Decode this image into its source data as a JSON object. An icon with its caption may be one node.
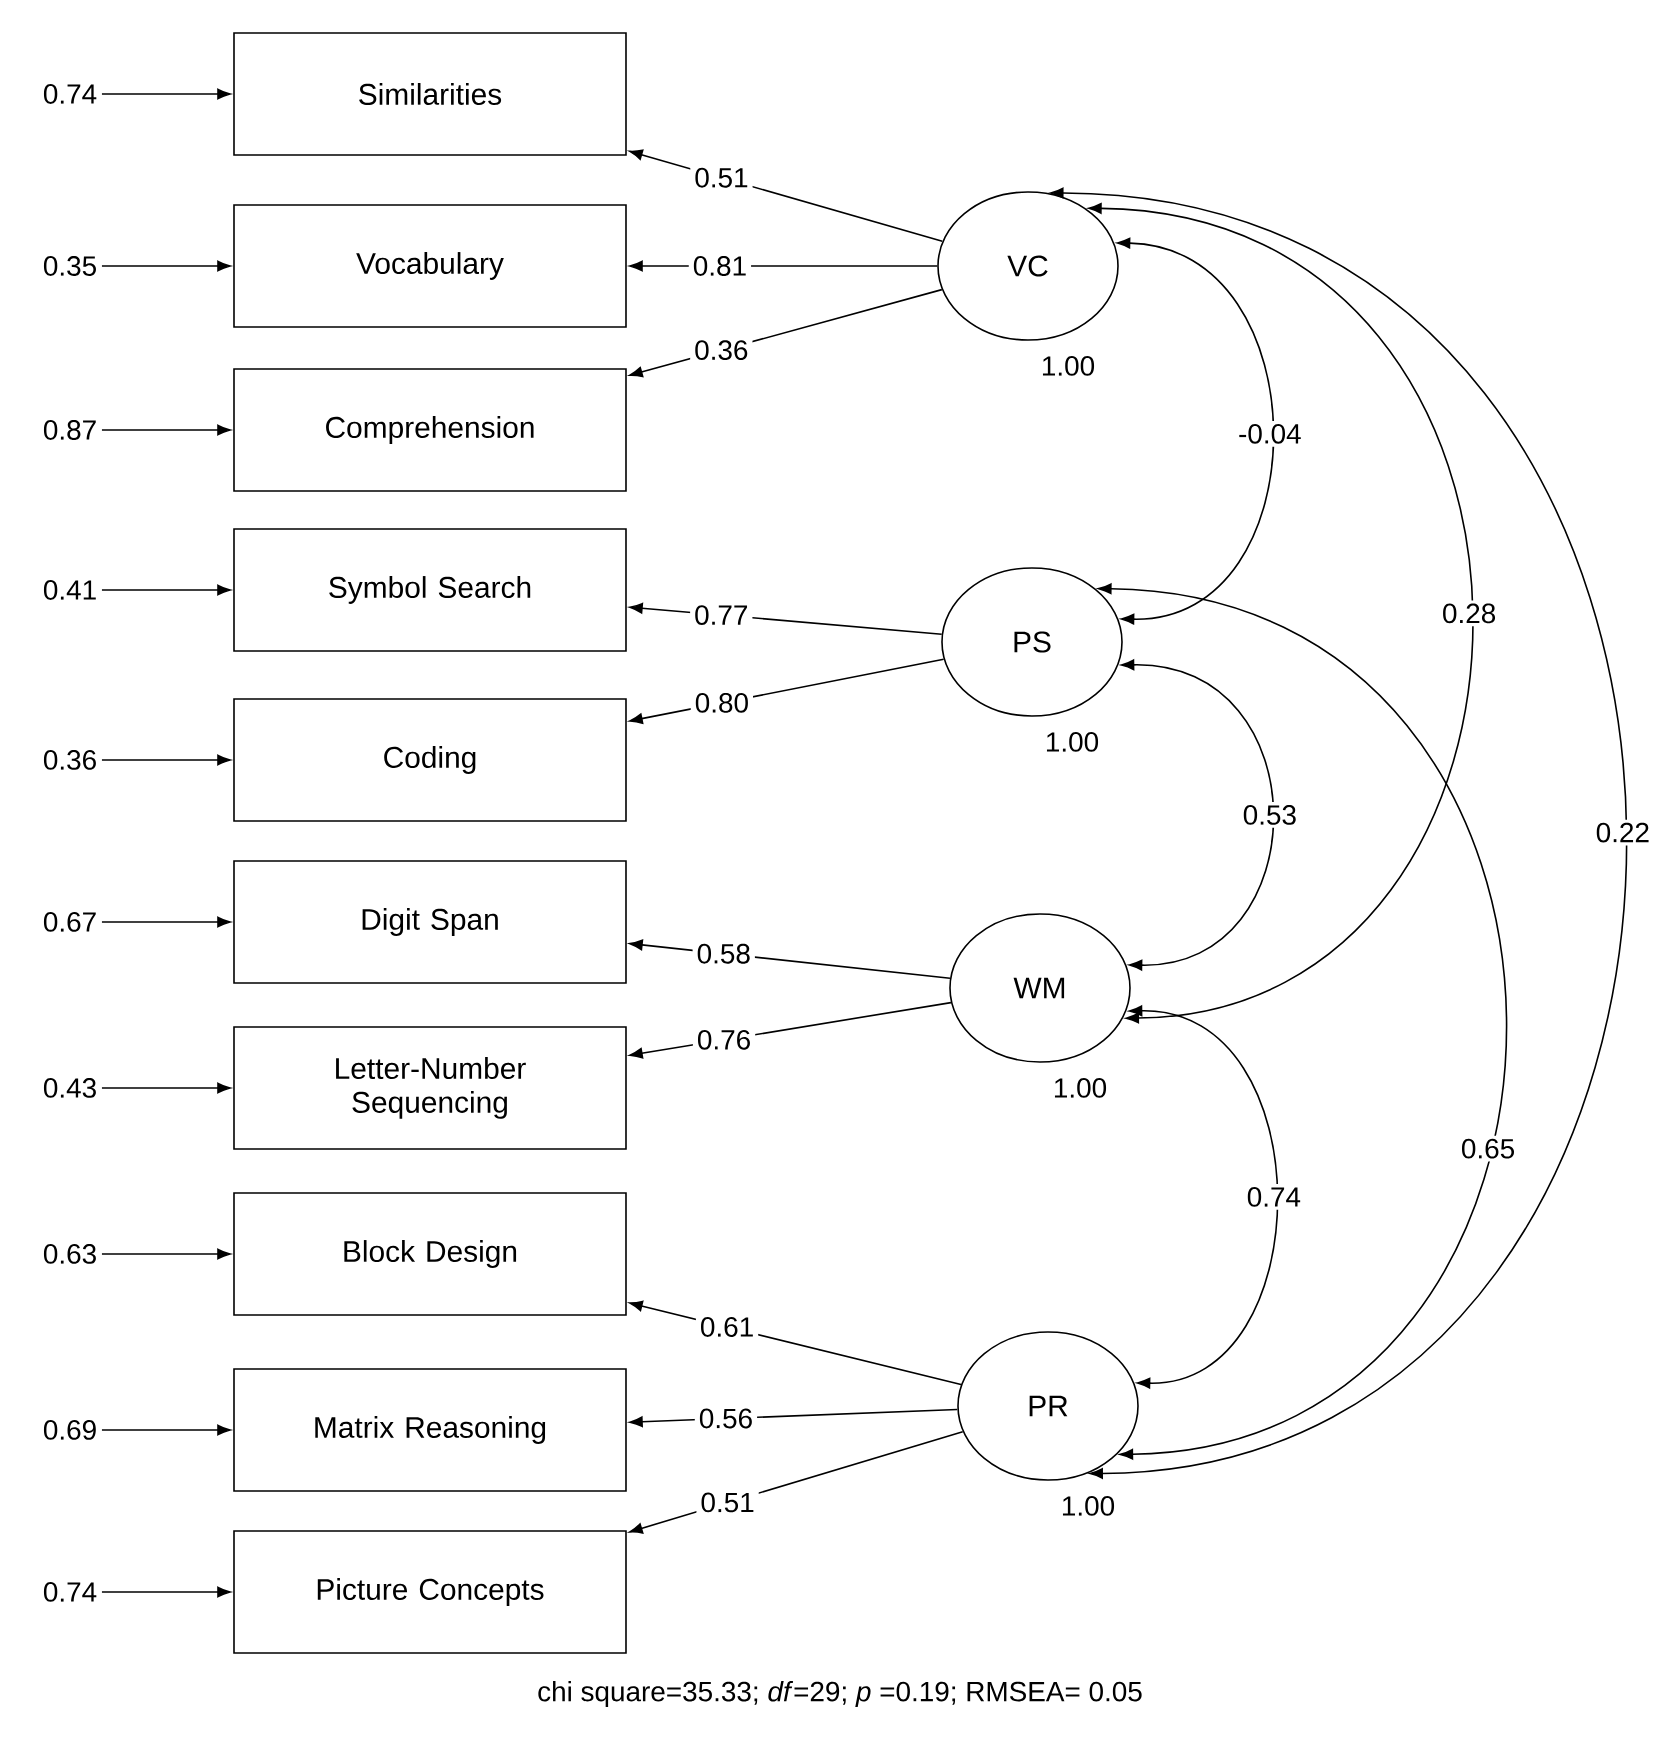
{
  "diagram": {
    "caption": "chi square=35.33; *df*=29; *p* =0.19; RMSEA= 0.05",
    "nodes": [
      {
        "text": [
          "Similarities"
        ]
      },
      {
        "text": [
          "Vocabulary"
        ]
      },
      {
        "text": [
          "Comprehension"
        ]
      },
      {
        "text": [
          "Symbol Search"
        ]
      },
      {
        "text": [
          "Coding"
        ]
      },
      {
        "text": [
          "Digit Span"
        ]
      },
      {
        "text": [
          "Letter-Number Sequencing"
        ]
      },
      {
        "text": [
          "Block Design"
        ]
      },
      {
        "text": [
          "Matrix Reasoning"
        ]
      },
      {
        "text": [
          "Picture Concepts"
        ]
      },
      {
        "text": [
          "VC"
        ],
        "beside": [
          "1.00"
        ]
      },
      {
        "text": [
          "PS"
        ],
        "beside": [
          "1.00"
        ]
      },
      {
        "text": [
          "WM"
        ],
        "beside": [
          "1.00"
        ]
      },
      {
        "text": [
          "PR"
        ],
        "beside": [
          "1.00"
        ]
      },
      {
        "text": [
          "0.74"
        ]
      },
      {
        "text": [
          "0.35"
        ]
      },
      {
        "text": [
          "0.87"
        ]
      },
      {
        "text": [
          "0.41"
        ]
      },
      {
        "text": [
          "0.36"
        ]
      },
      {
        "text": [
          "0.67"
        ]
      },
      {
        "text": [
          "0.43"
        ]
      },
      {
        "text": [
          "0.63"
        ]
      },
      {
        "text": [
          "0.69"
        ]
      },
      {
        "text": [
          "0.74"
        ]
      }
    ],
    "edges": [
      {
        "from": 14,
        "to": 0,
        "arrow": "to"
      },
      {
        "from": 15,
        "to": 1,
        "arrow": "to"
      },
      {
        "from": 16,
        "to": 2,
        "arrow": "to"
      },
      {
        "from": 17,
        "to": 3,
        "arrow": "to"
      },
      {
        "from": 18,
        "to": 4,
        "arrow": "to"
      },
      {
        "from": 19,
        "to": 5,
        "arrow": "to"
      },
      {
        "from": 20,
        "to": 6,
        "arrow": "to"
      },
      {
        "from": 21,
        "to": 7,
        "arrow": "to"
      },
      {
        "from": 22,
        "to": 8,
        "arrow": "to"
      },
      {
        "from": 23,
        "to": 9,
        "arrow": "to"
      },
      {
        "from": 10,
        "to": 0,
        "arrow": "to",
        "label": "0.51"
      },
      {
        "from": 10,
        "to": 1,
        "arrow": "to",
        "label": "0.81"
      },
      {
        "from": 10,
        "to": 2,
        "arrow": "to",
        "label": "0.36"
      },
      {
        "from": 11,
        "to": 3,
        "arrow": "to",
        "label": "0.77"
      },
      {
        "from": 11,
        "to": 4,
        "arrow": "to",
        "label": "0.80"
      },
      {
        "from": 12,
        "to": 5,
        "arrow": "to",
        "label": "0.58"
      },
      {
        "from": 12,
        "to": 6,
        "arrow": "to",
        "label": "0.76"
      },
      {
        "from": 13,
        "to": 7,
        "arrow": "to",
        "label": "0.61"
      },
      {
        "from": 13,
        "to": 8,
        "arrow": "to",
        "label": "0.56"
      },
      {
        "from": 13,
        "to": 9,
        "arrow": "to",
        "label": "0.51"
      },
      {
        "from": 10,
        "to": 11,
        "arrow": "both",
        "label": "-0.04"
      },
      {
        "from": 10,
        "to": 12,
        "arrow": "both",
        "label": "0.28"
      },
      {
        "from": 10,
        "to": 13,
        "arrow": "both",
        "label": "0.22"
      },
      {
        "from": 11,
        "to": 12,
        "arrow": "both",
        "label": "0.53"
      },
      {
        "from": 11,
        "to": 13,
        "arrow": "both",
        "label": "0.65"
      },
      {
        "from": 12,
        "to": 13,
        "arrow": "both",
        "label": "0.74"
      }
    ]
  }
}
